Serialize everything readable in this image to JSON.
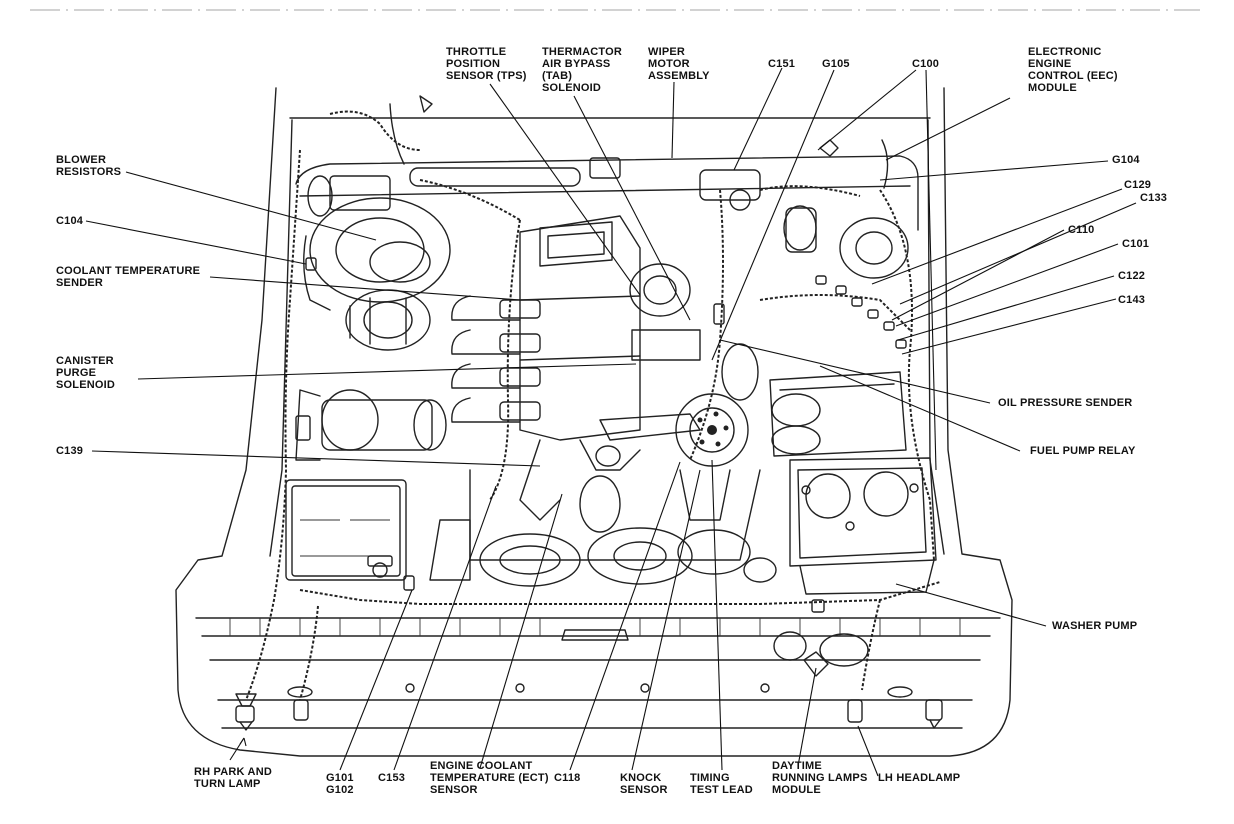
{
  "labels": {
    "throttle_position_sensor": [
      "THROTTLE",
      "POSITION",
      "SENSOR (TPS)"
    ],
    "thermactor_air_bypass": [
      "THERMACTOR",
      "AIR BYPASS",
      "(TAB)",
      "SOLENOID"
    ],
    "wiper_motor_assembly": [
      "WIPER",
      "MOTOR",
      "ASSEMBLY"
    ],
    "c151": [
      "C151"
    ],
    "g105": [
      "G105"
    ],
    "c100": [
      "C100"
    ],
    "eec_module": [
      "ELECTRONIC",
      "ENGINE",
      "CONTROL (EEC)",
      "MODULE"
    ],
    "blower_resistors": [
      "BLOWER",
      "RESISTORS"
    ],
    "g104": [
      "G104"
    ],
    "c129": [
      "C129"
    ],
    "c133": [
      "C133"
    ],
    "c104": [
      "C104"
    ],
    "c110": [
      "C110"
    ],
    "c101": [
      "C101"
    ],
    "coolant_temperature_sender": [
      "COOLANT TEMPERATURE",
      "SENDER"
    ],
    "c122": [
      "C122"
    ],
    "c143": [
      "C143"
    ],
    "canister_purge_solenoid": [
      "CANISTER",
      "PURGE",
      "SOLENOID"
    ],
    "oil_pressure_sender": [
      "OIL PRESSURE SENDER"
    ],
    "c139": [
      "C139"
    ],
    "fuel_pump_relay": [
      "FUEL PUMP RELAY"
    ],
    "washer_pump": [
      "WASHER PUMP"
    ],
    "rh_park_turn_lamp": [
      "RH PARK AND",
      "TURN LAMP"
    ],
    "g101_g102": [
      "G101",
      "G102"
    ],
    "c153": [
      "C153"
    ],
    "ect_sensor": [
      "ENGINE COOLANT",
      "TEMPERATURE (ECT)",
      "SENSOR"
    ],
    "c118": [
      "C118"
    ],
    "knock_sensor": [
      "KNOCK",
      "SENSOR"
    ],
    "timing_test_lead": [
      "TIMING",
      "TEST LEAD"
    ],
    "drl_module": [
      "DAYTIME",
      "RUNNING LAMPS",
      "MODULE"
    ],
    "lh_headlamp": [
      "LH HEADLAMP"
    ]
  },
  "colors": {
    "ink": "#111111",
    "paper": "#ffffff"
  }
}
